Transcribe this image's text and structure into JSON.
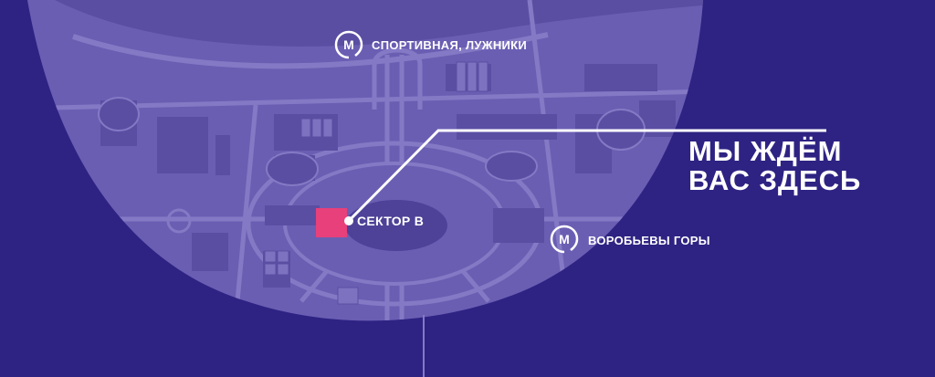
{
  "colors": {
    "background": "#2e2383",
    "map_area": "#6a5eb3",
    "map_blocks": "#5a4ea3",
    "sector_highlight": "#e8407a",
    "text": "#ffffff"
  },
  "metro_stations": [
    {
      "icon": "metro-m-icon",
      "name": "СПОРТИВНАЯ, ЛУЖНИКИ"
    },
    {
      "icon": "metro-m-icon",
      "name": "ВОРОБЬЕВЫ ГОРЫ"
    }
  ],
  "sector": {
    "label": "СЕКТОР B"
  },
  "headline": {
    "line1": "МЫ ЖДЁМ",
    "line2": "ВАС ЗДЕСЬ"
  }
}
